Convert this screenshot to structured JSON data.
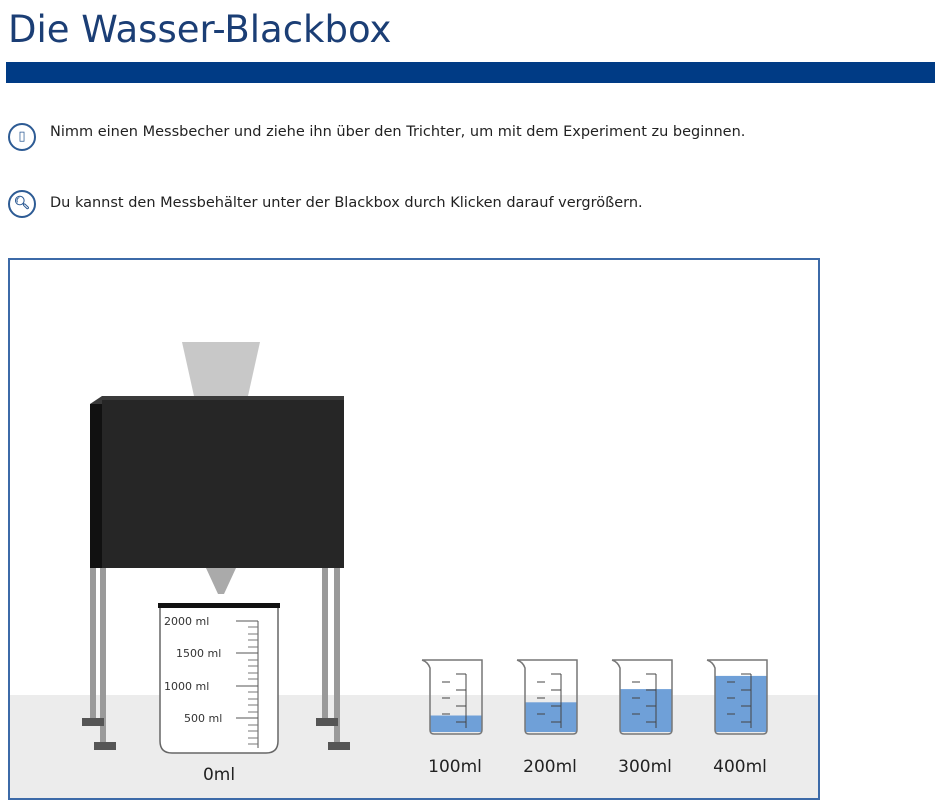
{
  "title": "Die Wasser-Blackbox",
  "instructions": [
    {
      "icon": "beaker-icon",
      "text": "Nimm einen Messbecher und ziehe ihn über den Trichter, um mit dem Experiment zu beginnen."
    },
    {
      "icon": "magnifier-icon",
      "text": "Du kannst den Messbehälter unter der Blackbox durch Klicken darauf vergrößern."
    }
  ],
  "measuring_container": {
    "scale": [
      "2000 ml",
      "1500 ml",
      "1000 ml",
      "500 ml"
    ],
    "value_label": "0ml",
    "fill_fraction": 0
  },
  "beakers": [
    {
      "label": "100ml",
      "fill_fraction": 0.25
    },
    {
      "label": "200ml",
      "fill_fraction": 0.45
    },
    {
      "label": "300ml",
      "fill_fraction": 0.65
    },
    {
      "label": "400ml",
      "fill_fraction": 0.85
    }
  ],
  "colors": {
    "accent": "#003b85",
    "water": "#6fa0d8",
    "box": "#2a2a2a"
  }
}
